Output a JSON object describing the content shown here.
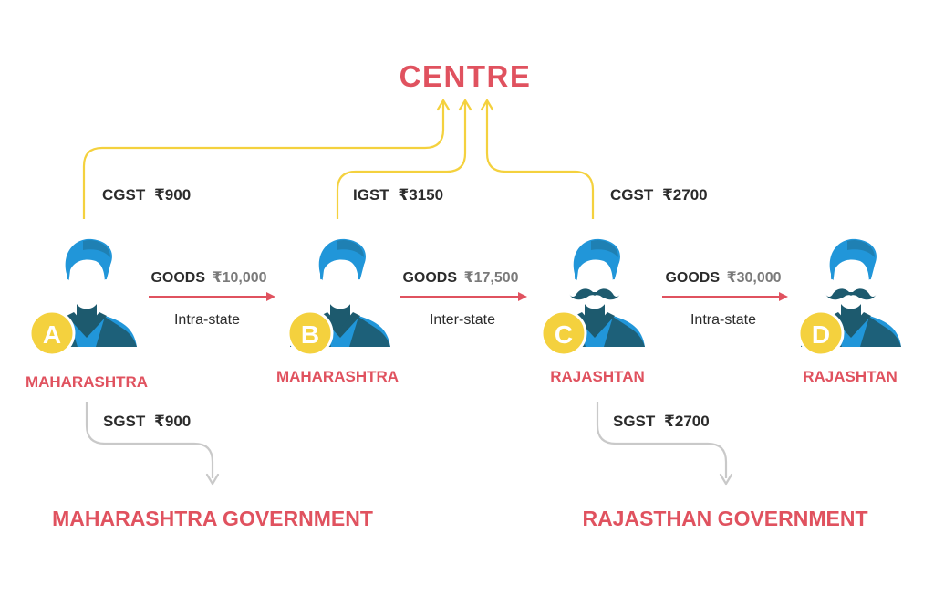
{
  "centre": "CENTRE",
  "taxes_to_centre": [
    {
      "label": "CGST",
      "amount": "₹900"
    },
    {
      "label": "IGST",
      "amount": "₹3150"
    },
    {
      "label": "CGST",
      "amount": "₹2700"
    }
  ],
  "taxes_to_state": [
    {
      "label": "SGST",
      "amount": "₹900"
    },
    {
      "label": "SGST",
      "amount": "₹2700"
    }
  ],
  "persons": [
    {
      "letter": "A",
      "state": "MAHARASHTRA",
      "mustache": false
    },
    {
      "letter": "B",
      "state": "MAHARASHTRA",
      "mustache": false
    },
    {
      "letter": "C",
      "state": "RAJASHTAN",
      "mustache": true
    },
    {
      "letter": "D",
      "state": "RAJASHTAN",
      "mustache": true
    }
  ],
  "transfers": [
    {
      "goods": "GOODS",
      "amount": "₹10,000",
      "type": "Intra-state"
    },
    {
      "goods": "GOODS",
      "amount": "₹17,500",
      "type": "Inter-state"
    },
    {
      "goods": "GOODS",
      "amount": "₹30,000",
      "type": "Intra-state"
    }
  ],
  "governments": [
    "MAHARASHTRA GOVERNMENT",
    "RAJASTHAN GOVERNMENT"
  ],
  "colors": {
    "accent_red": "#e0525f",
    "yellow": "#f4d13e",
    "skin_blue": "#2196d9",
    "dark_teal": "#1d5a6e",
    "grey": "#c9c9c9"
  }
}
